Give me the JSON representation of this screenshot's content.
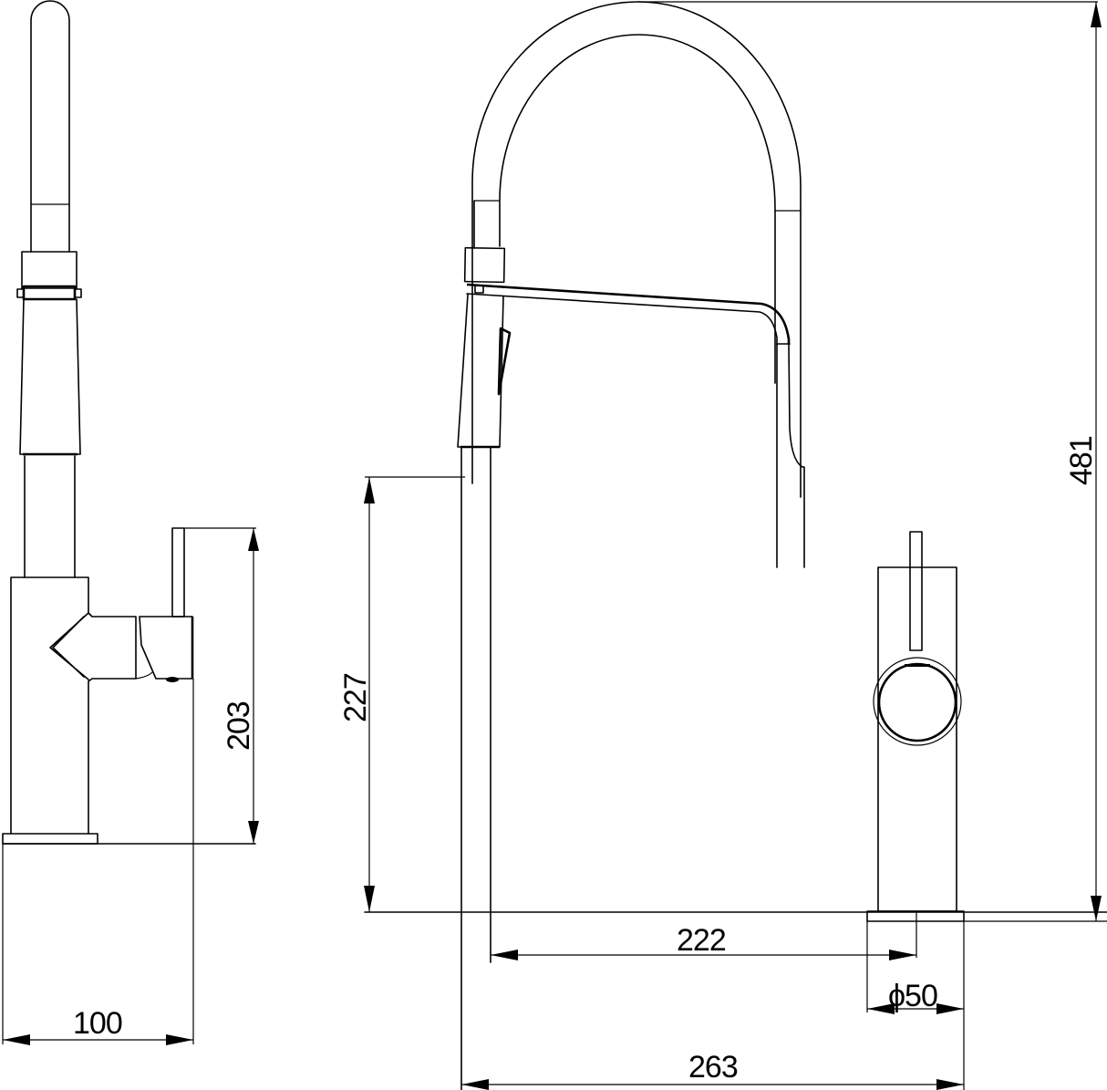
{
  "drawing": {
    "subject": "Kitchen faucet with pull-down spray — side and front views",
    "stroke_color": "#000000",
    "background_color": "#ffffff"
  },
  "side_view": {
    "dimensions": {
      "lever_height": "203",
      "base_depth": "100"
    }
  },
  "front_view": {
    "dimensions": {
      "total_height": "481",
      "spout_clearance": "227",
      "spout_reach": "222",
      "base_diameter": "ϕ50",
      "total_width": "263"
    }
  }
}
